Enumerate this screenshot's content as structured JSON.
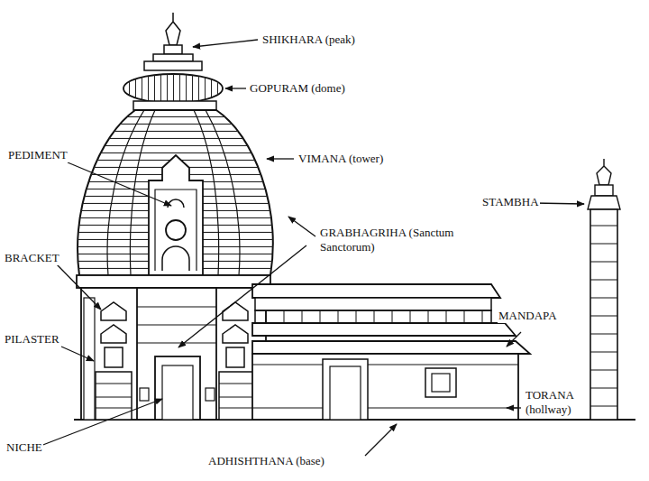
{
  "diagram": {
    "labels": [
      "SHIKHARA (peak)",
      "GOPURAM (dome)",
      "VIMANA (tower)",
      "PEDIMENT",
      "GRABHAGRIHA (Sanctum Sanctorum)",
      "BRACKET",
      "PILASTER",
      "NICHE",
      "STAMBHA",
      "MANDAPA",
      "TORANA (hollway)",
      "ADHISHTHANA (base)"
    ]
  }
}
